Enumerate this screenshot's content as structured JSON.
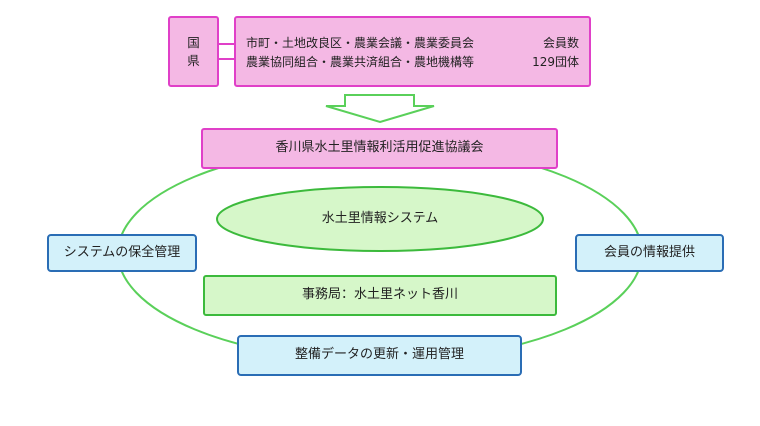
{
  "top": {
    "left_box": [
      "国",
      "県"
    ],
    "members": {
      "line1": "市町・土地改良区・農業会議・農業委員会",
      "line2": "農業協同組合・農業共済組合・農地機構等",
      "count_label": "会員数",
      "count_value": "129団体"
    }
  },
  "council": "香川県水土里情報利活用促進協議会",
  "system": "水土里情報システム",
  "secretariat": "事務局：水土里ネット香川",
  "left_role": "システムの保全管理",
  "right_role": "会員の情報提供",
  "bottom_role": "整備データの更新・運用管理",
  "colors": {
    "pink_fill": "#f4b8e4",
    "pink_border": "#e040c8",
    "blue_fill": "#d3f1fa",
    "blue_border": "#2a6db5",
    "green_fill": "#d6f7c9",
    "green_border": "#3cba3c",
    "cycle_line": "#5ad05a"
  }
}
